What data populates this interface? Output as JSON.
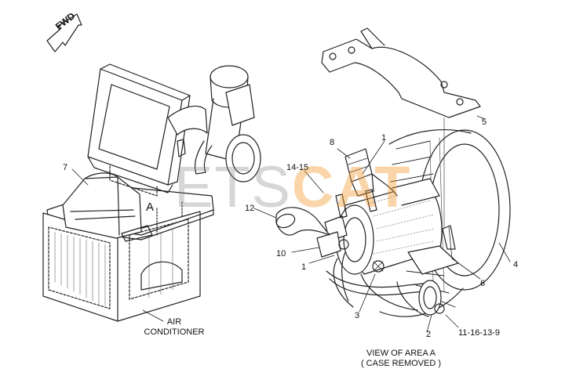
{
  "fwd": "FWD",
  "callouts": [
    {
      "key": "c5",
      "text": "5"
    },
    {
      "key": "c8",
      "text": "8"
    },
    {
      "key": "c1a",
      "text": "1"
    },
    {
      "key": "c14",
      "text": "14-15"
    },
    {
      "key": "c7",
      "text": "7"
    },
    {
      "key": "cA",
      "text": "A"
    },
    {
      "key": "c12",
      "text": "12"
    },
    {
      "key": "c10",
      "text": "10"
    },
    {
      "key": "c1b",
      "text": "1"
    },
    {
      "key": "c3",
      "text": "3"
    },
    {
      "key": "c6",
      "text": "6"
    },
    {
      "key": "c4",
      "text": "4"
    },
    {
      "key": "c2",
      "text": "2"
    },
    {
      "key": "cref",
      "text": "11-16-13-9"
    }
  ],
  "captions": {
    "air_line1": "AIR",
    "air_line2": "CONDITIONER",
    "view_line1": "VIEW OF AREA A",
    "view_line2": "( CASE REMOVED )"
  },
  "watermark": {
    "part1": "ETS",
    "part2": "CAT"
  }
}
